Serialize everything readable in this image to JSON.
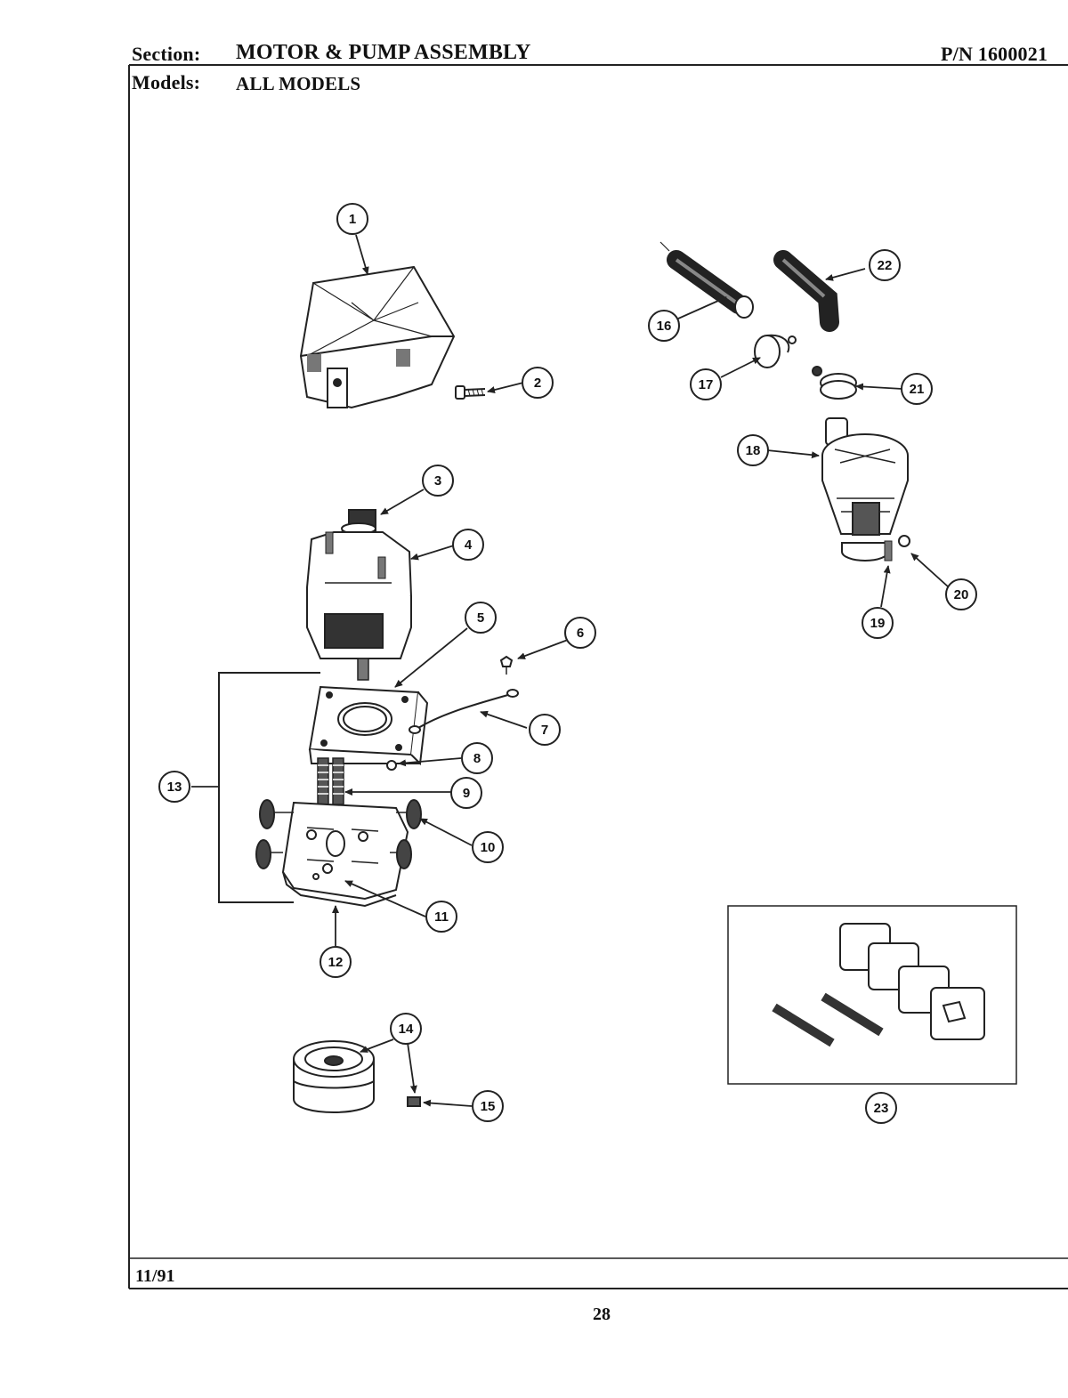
{
  "header": {
    "section_label": "Section:",
    "section_title": "MOTOR & PUMP ASSEMBLY",
    "part_number": "P/N 1600021",
    "models_label": "Models:",
    "models_value": "ALL MODELS"
  },
  "footer": {
    "date": "11/91",
    "page_number": "28"
  },
  "callouts": [
    "1",
    "2",
    "3",
    "4",
    "5",
    "6",
    "7",
    "8",
    "9",
    "10",
    "11",
    "12",
    "13",
    "14",
    "15",
    "16",
    "17",
    "18",
    "19",
    "20",
    "21",
    "22",
    "23"
  ]
}
